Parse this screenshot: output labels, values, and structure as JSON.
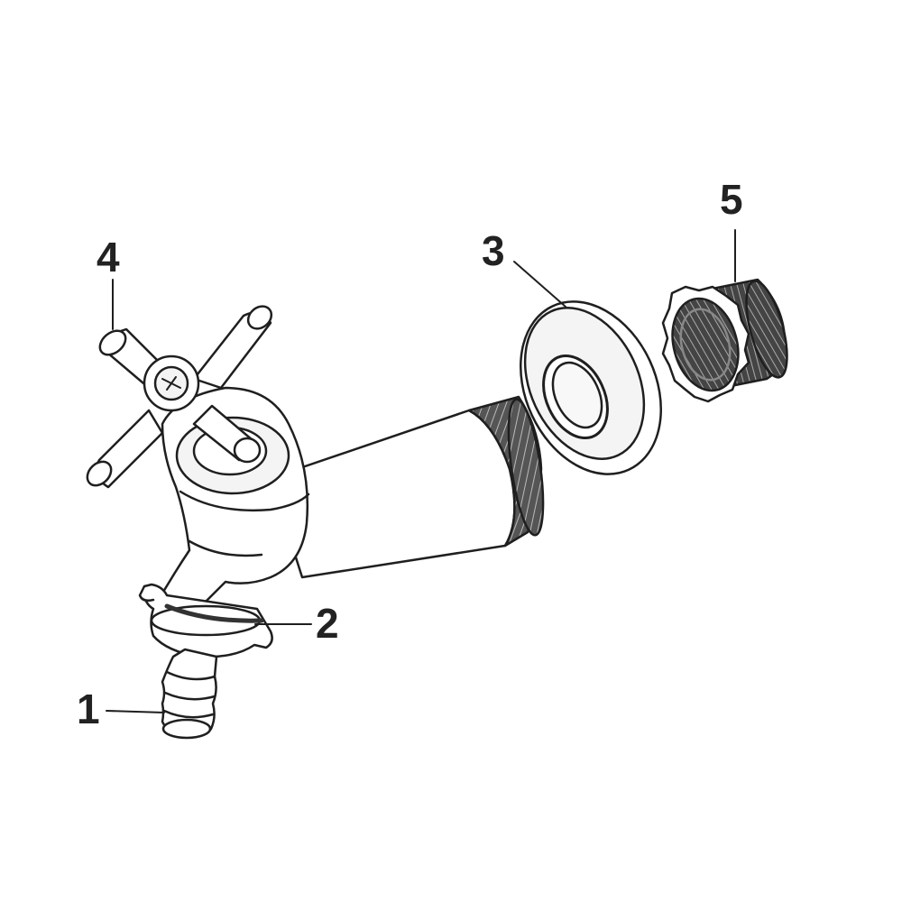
{
  "diagram": {
    "callouts": [
      {
        "id": "1",
        "text": "1",
        "part": "hose-connector"
      },
      {
        "id": "2",
        "text": "2",
        "part": "hose-coupling-nut"
      },
      {
        "id": "3",
        "text": "3",
        "part": "wall-rosette"
      },
      {
        "id": "4",
        "text": "4",
        "part": "cross-handle"
      },
      {
        "id": "5",
        "text": "5",
        "part": "threaded-reducer"
      }
    ]
  },
  "colors": {
    "line": "#1f1f1f",
    "fill_light": "#f4f4f4",
    "fill_body": "#ffffff",
    "thread_dark": "#333333",
    "accent_gray": "#9a9a9a"
  }
}
